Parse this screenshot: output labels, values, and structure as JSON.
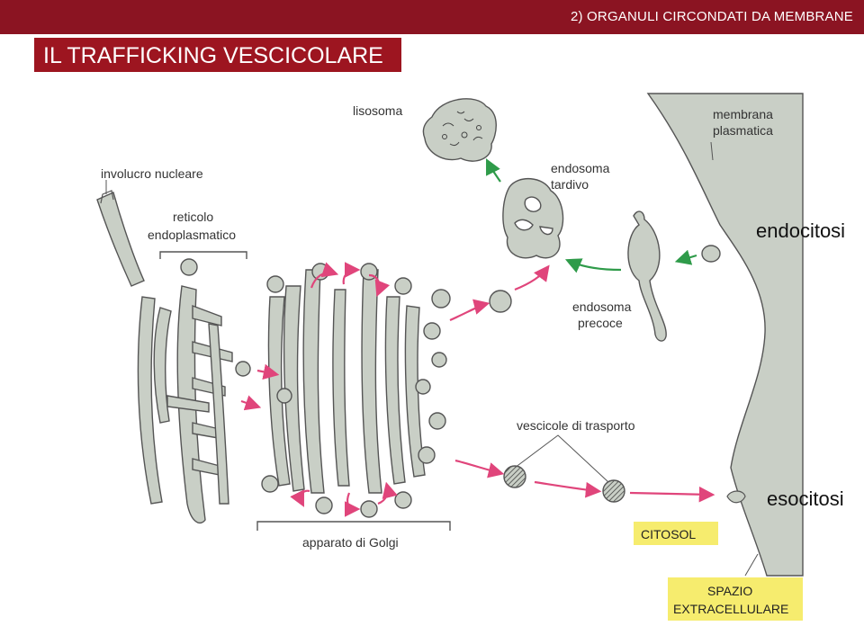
{
  "header": {
    "section_title": "2) ORGANULI CIRCONDATI DA MEMBRANE",
    "slide_title": "IL TRAFFICKING VESCICOLARE"
  },
  "labels": {
    "lisosoma": "lisosoma",
    "membrana_line1": "membrana",
    "membrana_line2": "plasmatica",
    "involucro": "involucro nucleare",
    "endosoma_tardivo_line1": "endosoma",
    "endosoma_tardivo_line2": "tardivo",
    "reticolo_line1": "reticolo",
    "reticolo_line2": "endoplasmatico",
    "endocitosi": "endocitosi",
    "endosoma_precoce_line1": "endosoma",
    "endosoma_precoce_line2": "precoce",
    "vescicole": "vescicole di trasporto",
    "esocitosi": "esocitosi",
    "citosol": "CITOSOL",
    "golgi": "apparato di Golgi",
    "spazio_line1": "SPAZIO",
    "spazio_line2": "EXTRACELLULARE"
  },
  "colors": {
    "header_bg": "#8b1422",
    "title_bg": "#9d1520",
    "organelle_fill": "#c9cfc6",
    "outline": "#555555",
    "arrow_pink": "#e0457b",
    "arrow_green": "#2f9b4a",
    "label_box": "#f6ec6e"
  }
}
